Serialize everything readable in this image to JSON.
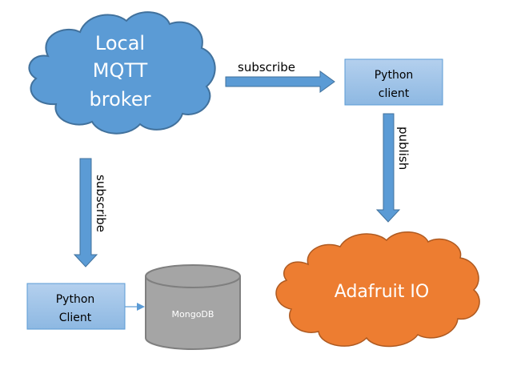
{
  "diagram": {
    "nodes": {
      "local_broker": {
        "lines": [
          "Local",
          "MQTT",
          "broker"
        ],
        "fill": "#5b9bd5",
        "stroke": "#41719c"
      },
      "python_client_top": {
        "lines": [
          "Python",
          "client"
        ],
        "fill": "#9dc3e6",
        "stroke": "#5b9bd5"
      },
      "python_client_bottom": {
        "lines": [
          "Python",
          "Client"
        ],
        "fill": "#9dc3e6",
        "stroke": "#5b9bd5"
      },
      "mongodb": {
        "label": "MongoDB",
        "fill": "#a5a5a5",
        "stroke": "#7f7f7f"
      },
      "adafruit_io": {
        "label": "Adafruit IO",
        "fill": "#ed7d31",
        "stroke": "#ae5a21"
      }
    },
    "edges": {
      "broker_to_client_top": {
        "label": "subscribe"
      },
      "client_top_to_adafruit": {
        "label": "publish"
      },
      "broker_to_client_bottom": {
        "label": "subscribe"
      },
      "client_bottom_to_mongodb": {
        "label": ""
      }
    },
    "arrow_color": "#5b9bd5",
    "arrow_stroke": "#41719c"
  }
}
